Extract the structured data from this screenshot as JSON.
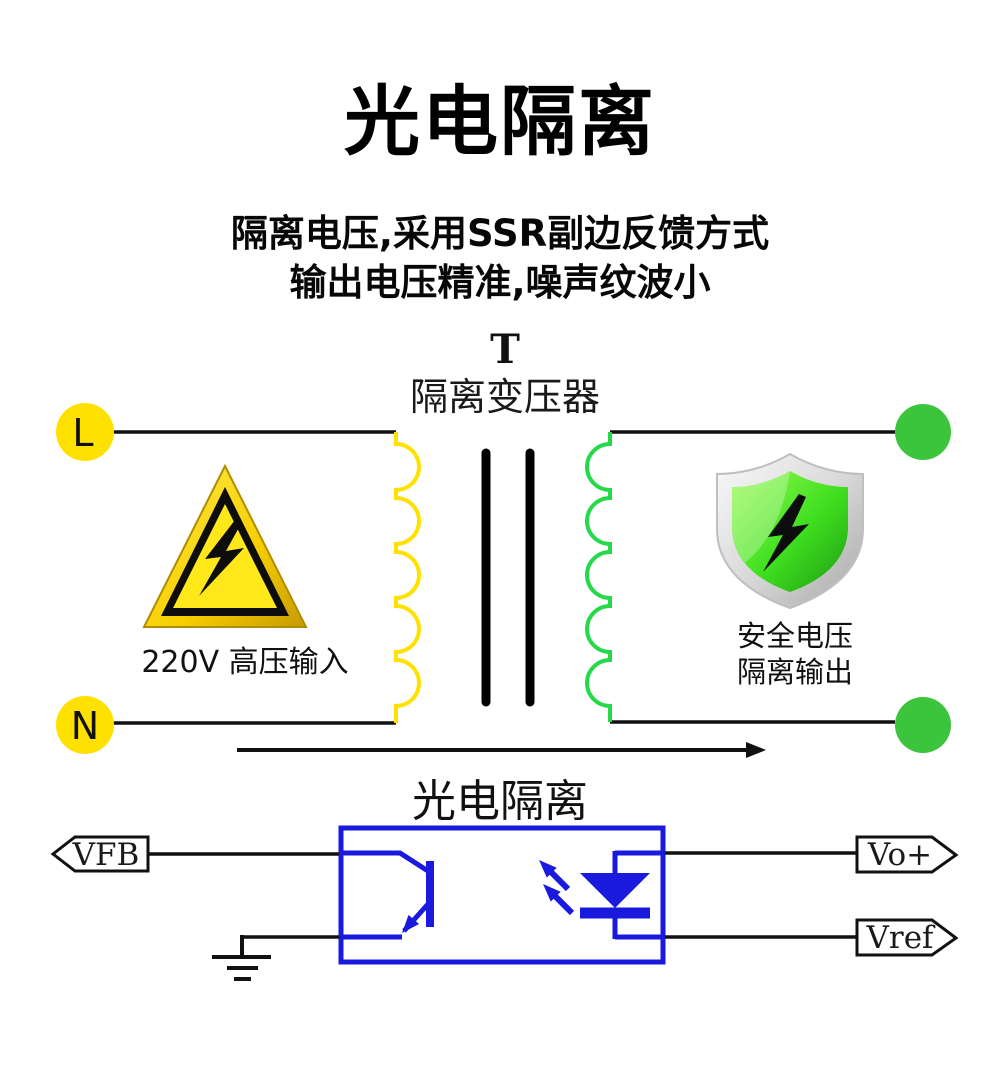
{
  "header": {
    "title": "光电隔离",
    "subtitle1": "隔离电压,采用SSR副边反馈方式",
    "subtitle2": "输出电压精准,噪声纹波小"
  },
  "transformer": {
    "symbol": "T",
    "label": "隔离变压器",
    "live_terminal": "L",
    "neutral_terminal": "N",
    "input_caption": "220V 高压输入",
    "output_caption_line1": "安全电压",
    "output_caption_line2": "隔离输出"
  },
  "optocoupler": {
    "label": "光电隔离",
    "left_pin": "VFB",
    "right_pin_top": "Vo+",
    "right_pin_bottom": "Vref"
  },
  "colors": {
    "live_yellow": "#FFE100",
    "terminal_green": "#3CC43C",
    "coil_green": "#26D94A",
    "circuit_blue": "#1A1ADF",
    "wire_black": "#111111",
    "triangle_yellow": "#FFDE00",
    "shield_green": "#3FDF1F"
  }
}
